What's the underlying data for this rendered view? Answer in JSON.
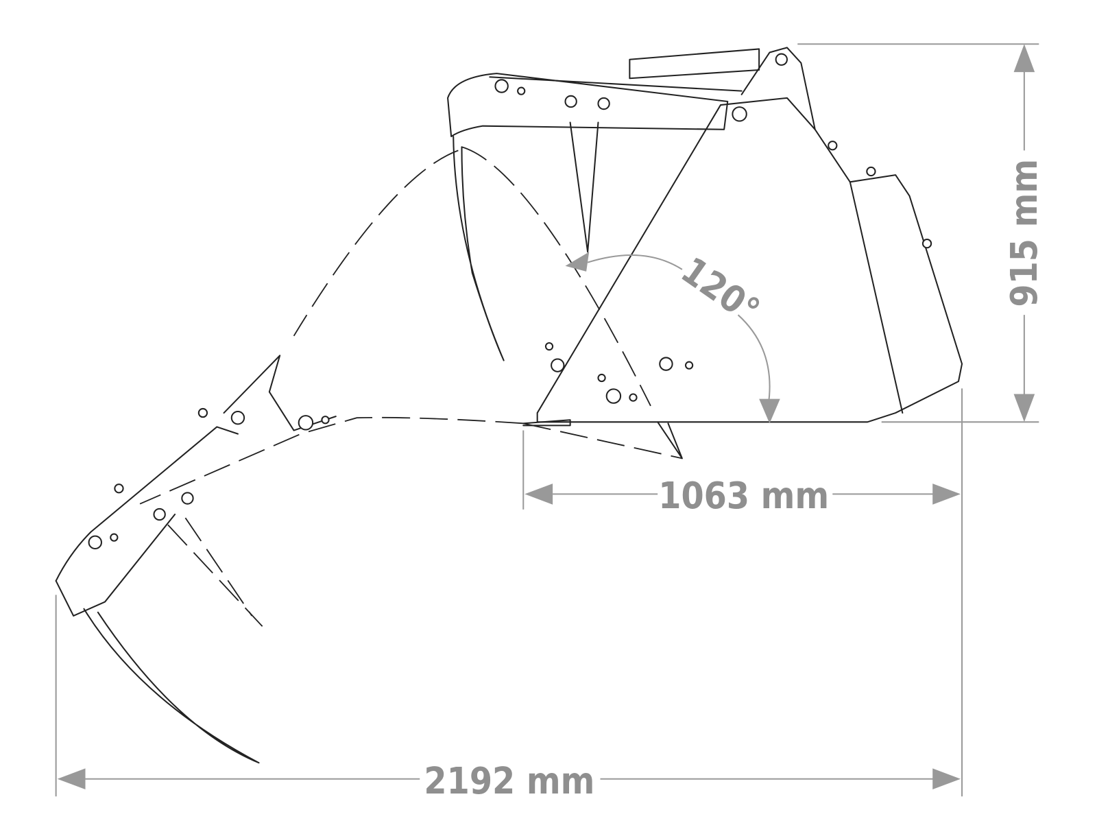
{
  "dimensions": {
    "total_length": "2192 mm",
    "bucket_length": "1063 mm",
    "height": "915 mm",
    "opening_angle": "120°"
  },
  "colors": {
    "dimension": "#999999",
    "drawing": "#222222"
  }
}
